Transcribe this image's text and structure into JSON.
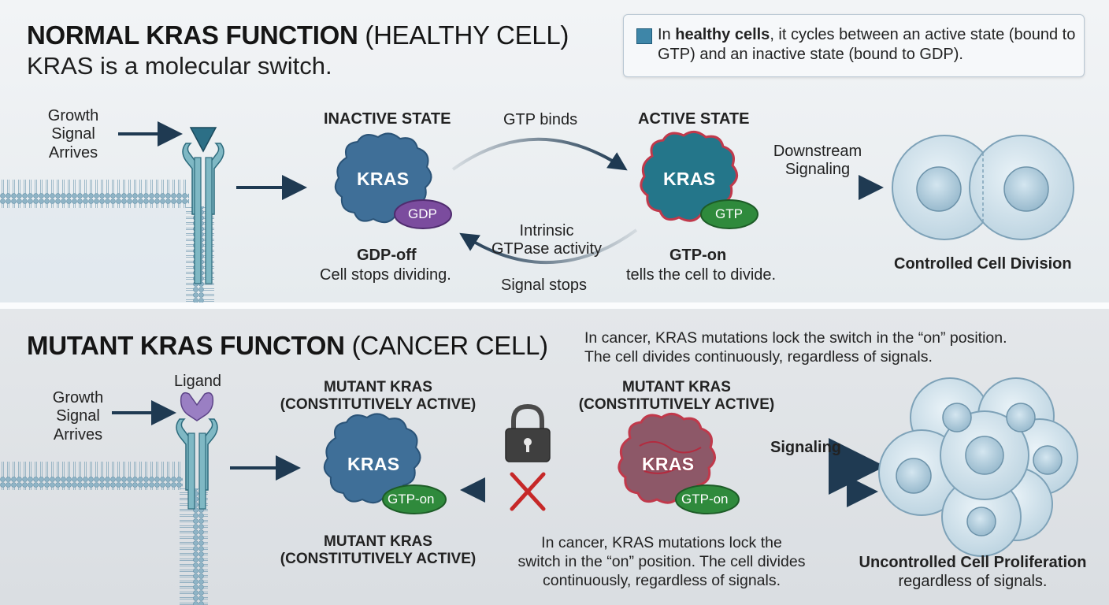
{
  "top": {
    "title_bold": "NORMAL KRAS FUNCTION",
    "title_light": "(HEALTHY CELL)",
    "subtitle": "KRAS is a molecular switch.",
    "info_bold": "healthy cells",
    "info_pre": "In",
    "info_post": ", it cycles between an active state (bound to GTP) and an inactive state (bound to GDP).",
    "growth_signal": [
      "Growth",
      "Signal",
      "Arrives"
    ],
    "inactive_title": "INACTIVE STATE",
    "active_title": "ACTIVE STATE",
    "kras": "KRAS",
    "gdp": "GDP",
    "gtp": "GTP",
    "gtp_binds": "GTP binds",
    "intrinsic": [
      "Intrinsic",
      "GTPase activity"
    ],
    "signal_stops": "Signal stops",
    "gdp_off": "GDP-off",
    "gdp_off_desc": "Cell stops dividing.",
    "gtp_on": "GTP-on",
    "gtp_on_desc": "tells the cell to divide.",
    "downstream": [
      "Downstream",
      "Signaling"
    ],
    "outcome": "Controlled Cell Division"
  },
  "bottom": {
    "title_bold": "MUTANT KRAS FUNCTON",
    "title_light": "(CANCER CELL)",
    "note_top": [
      "In cancer, KRAS mutations lock the switch in the “on” position.",
      "The cell divides continuously, regardless of signals."
    ],
    "growth_signal": [
      "Growth",
      "Signal",
      "Arrives"
    ],
    "ligand": "Ligand",
    "mutant_title": [
      "MUTANT KRAS",
      "(CONSTITUTIVELY ACTIVE)"
    ],
    "kras": "KRAS",
    "gtp_on": "GTP-on",
    "signaling": "Signaling",
    "note_bottom": [
      "In cancer, KRAS mutations lock the",
      "switch in the “on” position. The cell divides",
      "continuously, regardless of signals."
    ],
    "outcome": "Uncontrolled Cell Proliferation",
    "outcome_sub": "regardless of signals."
  },
  "colors": {
    "kras_blue": "#3f6f98",
    "kras_teal": "#24768a",
    "gdp_purple": "#7b4c9e",
    "gtp_green": "#2f8a3c",
    "arrow_navy": "#1f3a52",
    "mutation_red": "#c62828"
  }
}
